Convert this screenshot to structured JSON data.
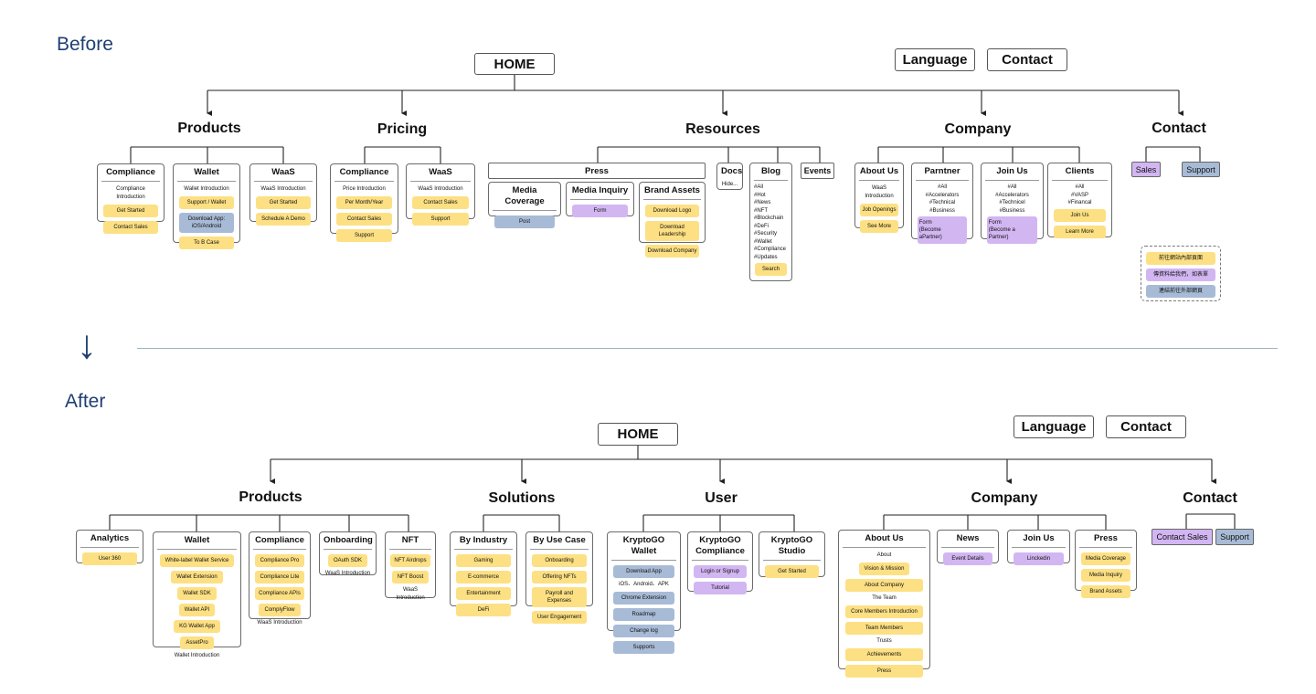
{
  "labels": {
    "before": "Before",
    "after": "After",
    "arrow": "↓"
  },
  "colors": {
    "yellow": "#fde083",
    "blue": "#a8bbd6",
    "purple": "#d2b6f2"
  },
  "before": {
    "home": "HOME",
    "language": "Language",
    "contact_top": "Contact",
    "sections": {
      "products": "Products",
      "pricing": "Pricing",
      "resources": "Resources",
      "company": "Company",
      "contact": "Contact"
    },
    "products": {
      "compliance": {
        "title": "Compliance",
        "text": "Compliance Introduction",
        "pills": [
          "Get Started",
          "Contact Sales"
        ]
      },
      "wallet": {
        "title": "Wallet",
        "text": "Wallet Introduction",
        "pills": [
          "Support / Wallet",
          "Download App:\niOS/Android",
          "To B Case"
        ]
      },
      "waas": {
        "title": "WaaS",
        "text": "WaaS Introduction",
        "pills": [
          "Get Started",
          "Schedule A Demo"
        ]
      }
    },
    "pricing": {
      "compliance": {
        "title": "Compliance",
        "text": "Price Introduction",
        "pills": [
          "Per Month/Year",
          "Contact Sales",
          "Support"
        ]
      },
      "waas": {
        "title": "WaaS",
        "text": "WaaS Introduction",
        "pills": [
          "Contact Sales",
          "Support"
        ]
      }
    },
    "resources": {
      "press": "Press",
      "media_coverage": {
        "title": "Media Coverage",
        "pills": [
          "Post"
        ]
      },
      "media_inquiry": {
        "title": "Media Inquiry",
        "pills": [
          "Form"
        ]
      },
      "brand_assets": {
        "title": "Brand Assets",
        "pills": [
          "Download Logo",
          "Download Leadership",
          "Download Company"
        ]
      },
      "docs": {
        "title": "Docs",
        "text": "Hide..."
      },
      "blog": {
        "title": "Blog",
        "tags": [
          "#All",
          "#Hot",
          "#News",
          "#NFT",
          "#Blockchain",
          "#DeFi",
          "#Security",
          "#Wallet",
          "#Compliance",
          "#Updates"
        ],
        "pills": [
          "Search"
        ]
      },
      "events": "Events"
    },
    "company": {
      "about": {
        "title": "About Us",
        "text": "WaaS\nIntroduction",
        "pills": [
          "Job Openings",
          "See More"
        ]
      },
      "partner": {
        "title": "Parntner",
        "tags": [
          "#All",
          "#Accelerators",
          "#Technical",
          "#Business"
        ],
        "pills": [
          "Form\n(Become aPartner)"
        ]
      },
      "join": {
        "title": "Join Us",
        "tags": [
          "#All",
          "#Accelerators",
          "#Technicel",
          "#Business"
        ],
        "pills": [
          "Form\n(Become a Partner)"
        ]
      },
      "clients": {
        "title": "Clients",
        "tags": [
          "#All",
          "#VASP",
          "#Financal"
        ],
        "pills": [
          "Join Us",
          "Learn More"
        ]
      }
    },
    "contact": {
      "sales": "Sales",
      "support": "Support"
    },
    "legend": [
      "前往網站內部頁面",
      "傳資料給我們，如表單",
      "連結前往外部網頁"
    ]
  },
  "after": {
    "home": "HOME",
    "language": "Language",
    "contact_top": "Contact",
    "sections": {
      "products": "Products",
      "solutions": "Solutions",
      "user": "User",
      "company": "Company",
      "contact": "Contact"
    },
    "products": {
      "analytics": {
        "title": "Analytics",
        "pills": [
          "User 360"
        ]
      },
      "wallet": {
        "title": "Wallet",
        "pills": [
          "White-label Wallet Service",
          "Wallet Extension",
          "Wallet SDK",
          "Wallet API",
          "KG Wallet App",
          "AssetPro"
        ],
        "text": "Wallet Introduction"
      },
      "compliance": {
        "title": "Compliance",
        "pills": [
          "Compliance Pro",
          "Compliance Lite",
          "Compliance APIs",
          "ComplyFlow"
        ],
        "text": "WaaS Introduction"
      },
      "onboarding": {
        "title": "Onboarding",
        "pills": [
          "OAuth SDK"
        ],
        "text": "WaaS Introduction"
      },
      "nft": {
        "title": "NFT",
        "pills": [
          "NFT Airdrops",
          "NFT Boost"
        ],
        "text": "WaaS\nIntroduction"
      }
    },
    "solutions": {
      "industry": {
        "title": "By Industry",
        "pills": [
          "Gaming",
          "E-commerce",
          "Entertainment",
          "DeFi"
        ]
      },
      "usecase": {
        "title": "By Use Case",
        "pills": [
          "Onboarding",
          "Offering NFTs",
          "Payroll and Expenses",
          "User Engagement"
        ]
      }
    },
    "user": {
      "wallet": {
        "title": "KryptoGO Wallet",
        "pill1": "Download App",
        "text": "iOS、Android、APK",
        "pills": [
          "Chrome Extension",
          "Roadmap",
          "Change log",
          "Supports"
        ]
      },
      "compliance": {
        "title": "KryptoGO\nCompliance",
        "pills": [
          "Login or Signup",
          "Tutorial"
        ]
      },
      "studio": {
        "title": "KryptoGO\nStudio",
        "pills": [
          "Get Started"
        ]
      }
    },
    "company": {
      "about": {
        "title": "About Us",
        "t1": "About",
        "pa": [
          "Vision & Mission",
          "About Company"
        ],
        "t2": "The Team",
        "pb": [
          "Core Members Introduction",
          "Team Members"
        ],
        "t3": "Trusts",
        "pc": [
          "Achievements",
          "Press"
        ]
      },
      "news": {
        "title": "News",
        "pills": [
          "Event Details"
        ]
      },
      "join": {
        "title": "Join Us",
        "pills": [
          "Linckedin"
        ]
      },
      "press": {
        "title": "Press",
        "pills": [
          "Media Coverage",
          "Media Inquiry",
          "Brand Assets"
        ]
      }
    },
    "contact": {
      "sales": "Contact Sales",
      "support": "Support"
    }
  }
}
